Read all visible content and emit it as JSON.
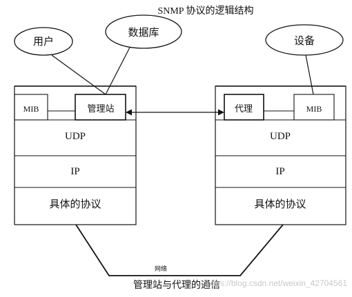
{
  "title": "SNMP 协议的逻辑结构",
  "bubbles": {
    "user": "用户",
    "database": "数据库",
    "device": "设备"
  },
  "manager_stack": {
    "mib": "MIB",
    "manager": "管理站",
    "udp": "UDP",
    "ip": "IP",
    "protocol": "具体的协议"
  },
  "agent_stack": {
    "agent": "代理",
    "mib": "MIB",
    "udp": "UDP",
    "ip": "IP",
    "protocol": "具体的协议"
  },
  "network_label": "网络",
  "caption": "管理站与代理的通信",
  "watermark": "https://blog.csdn.net/weixin_42704561"
}
